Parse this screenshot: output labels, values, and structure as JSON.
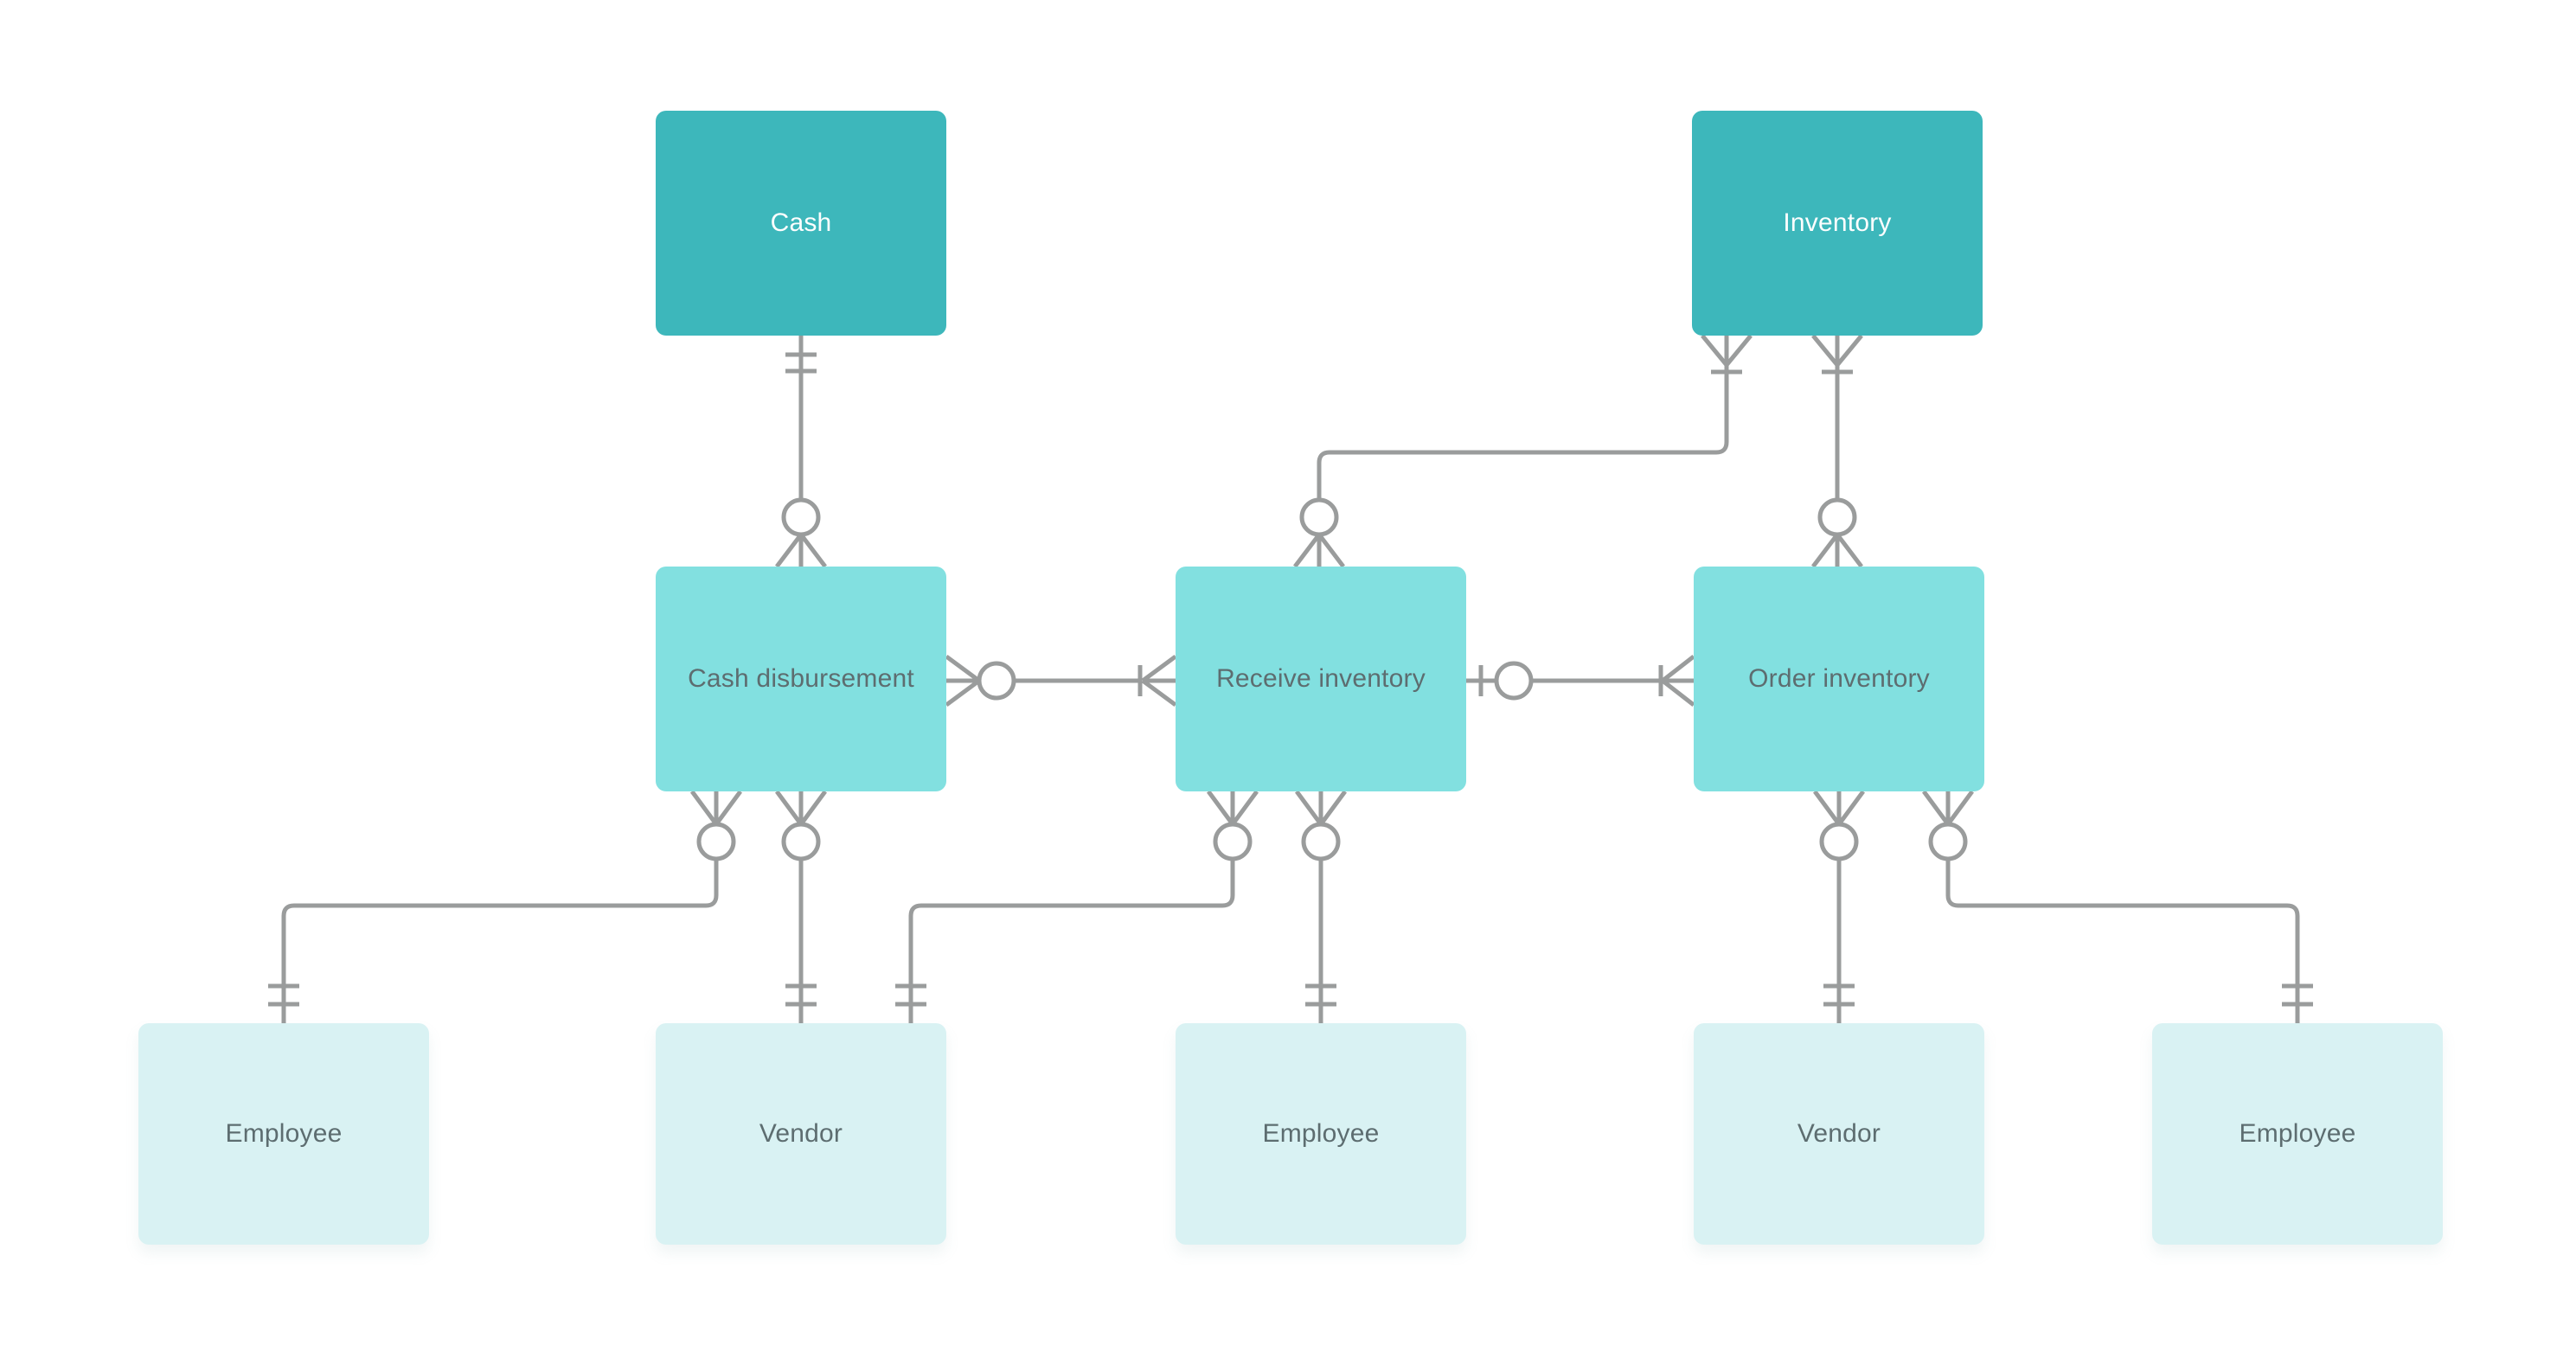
{
  "diagram": {
    "type": "entity-relationship-crows-foot",
    "colors": {
      "resource-fill": "#3db7bb",
      "event-fill": "#82e0e0",
      "agent-fill": "#d9f2f3",
      "resource-text": "#fdfefe",
      "node-text": "#5d6d70",
      "line": "#9a9c9c",
      "background": "#ffffff"
    },
    "nodes": [
      {
        "id": "cash",
        "label": "Cash",
        "type": "resource"
      },
      {
        "id": "inventory",
        "label": "Inventory",
        "type": "resource"
      },
      {
        "id": "cash-disbursement",
        "label": "Cash disbursement",
        "type": "event"
      },
      {
        "id": "receive-inventory",
        "label": "Receive inventory",
        "type": "event"
      },
      {
        "id": "order-inventory",
        "label": "Order inventory",
        "type": "event"
      },
      {
        "id": "employee-1",
        "label": "Employee",
        "type": "agent"
      },
      {
        "id": "vendor-1",
        "label": "Vendor",
        "type": "agent"
      },
      {
        "id": "employee-2",
        "label": "Employee",
        "type": "agent"
      },
      {
        "id": "vendor-2",
        "label": "Vendor",
        "type": "agent"
      },
      {
        "id": "employee-3",
        "label": "Employee",
        "type": "agent"
      }
    ],
    "connectors": [
      {
        "from": "cash",
        "to": "cash-disbursement",
        "from_cardinality": "one-and-only-one",
        "to_cardinality": "zero-or-many"
      },
      {
        "from": "inventory",
        "to": "receive-inventory",
        "from_cardinality": "one-or-many",
        "to_cardinality": "zero-or-many"
      },
      {
        "from": "inventory",
        "to": "order-inventory",
        "from_cardinality": "one-or-many",
        "to_cardinality": "zero-or-many"
      },
      {
        "from": "cash-disbursement",
        "to": "receive-inventory",
        "from_cardinality": "zero-or-many",
        "to_cardinality": "one-or-many"
      },
      {
        "from": "receive-inventory",
        "to": "order-inventory",
        "from_cardinality": "zero-or-one",
        "to_cardinality": "one-or-many"
      },
      {
        "from": "cash-disbursement",
        "to": "employee-1",
        "from_cardinality": "zero-or-many",
        "to_cardinality": "one-and-only-one"
      },
      {
        "from": "cash-disbursement",
        "to": "vendor-1",
        "from_cardinality": "zero-or-many",
        "to_cardinality": "one-and-only-one"
      },
      {
        "from": "receive-inventory",
        "to": "vendor-1",
        "from_cardinality": "zero-or-many",
        "to_cardinality": "one-and-only-one"
      },
      {
        "from": "receive-inventory",
        "to": "employee-2",
        "from_cardinality": "zero-or-many",
        "to_cardinality": "one-and-only-one"
      },
      {
        "from": "order-inventory",
        "to": "vendor-2",
        "from_cardinality": "zero-or-many",
        "to_cardinality": "one-and-only-one"
      },
      {
        "from": "order-inventory",
        "to": "employee-3",
        "from_cardinality": "zero-or-many",
        "to_cardinality": "one-and-only-one"
      }
    ]
  }
}
